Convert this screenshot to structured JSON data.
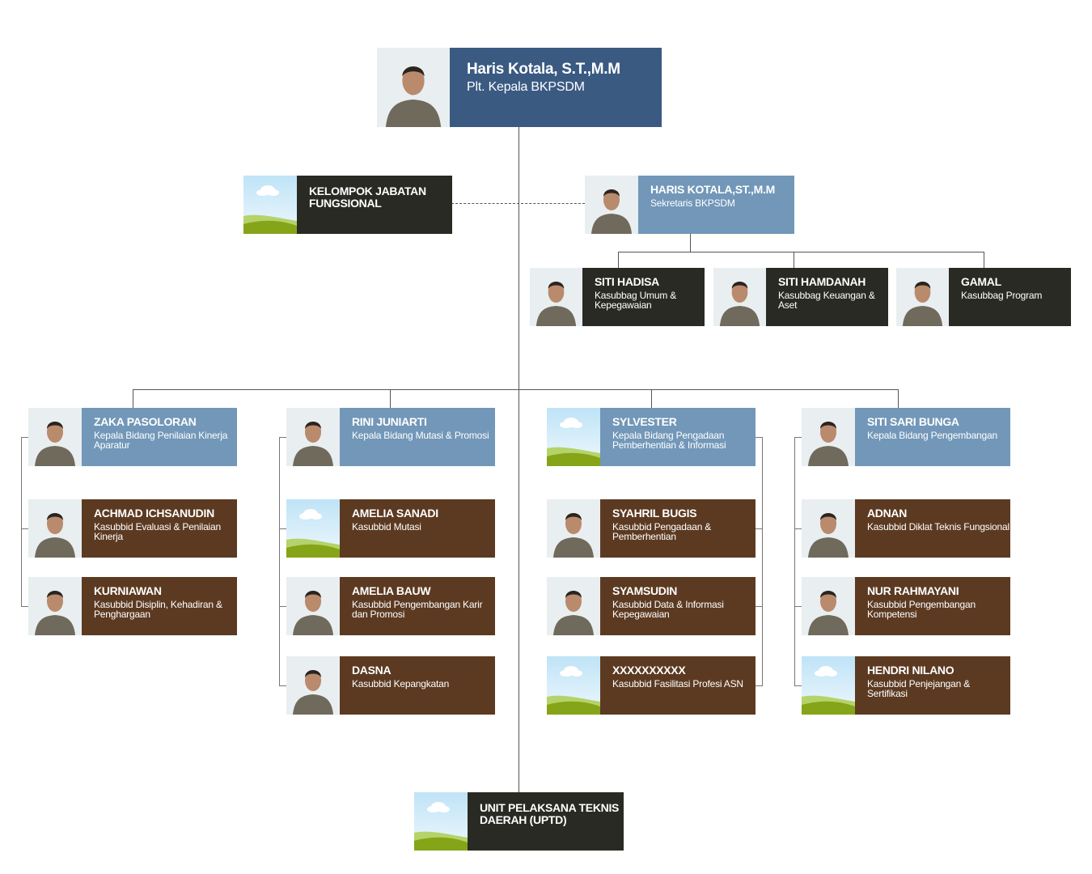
{
  "colors": {
    "head": "#3a5a82",
    "light": "#7297b8",
    "dark": "#2a2a24",
    "brown": "#5c3a21"
  },
  "head": {
    "name": "Haris Kotala, S.T.,M.M",
    "role": "Plt. Kepala BKPSDM",
    "photo": "person"
  },
  "fungsional": {
    "name": "KELOMPOK JABATAN FUNGSIONAL",
    "role": "",
    "photo": "placeholder"
  },
  "sekretaris": {
    "name": "HARIS KOTALA,ST.,M.M",
    "role": "Sekretaris BKPSDM",
    "photo": "person"
  },
  "kasubbag": [
    {
      "name": "SITI HADISA",
      "role": "Kasubbag Umum & Kepegawaian",
      "photo": "person"
    },
    {
      "name": "SITI HAMDANAH",
      "role": "Kasubbag Keuangan & Aset",
      "photo": "person"
    },
    {
      "name": "GAMAL",
      "role": "Kasubbag Program",
      "photo": "person"
    }
  ],
  "bidang": [
    {
      "head": {
        "name": "ZAKA PASOLORAN",
        "role": "Kepala Bidang Penilaian Kinerja Aparatur",
        "photo": "person"
      },
      "subs": [
        {
          "name": "ACHMAD ICHSANUDIN",
          "role": "Kasubbid Evaluasi & Penilaian Kinerja",
          "photo": "person"
        },
        {
          "name": "KURNIAWAN",
          "role": "Kasubbid Disiplin, Kehadiran & Penghargaan",
          "photo": "person"
        }
      ]
    },
    {
      "head": {
        "name": "RINI JUNIARTI",
        "role": "Kepala Bidang Mutasi & Promosi",
        "photo": "person"
      },
      "subs": [
        {
          "name": "AMELIA SANADI",
          "role": "Kasubbid Mutasi",
          "photo": "placeholder"
        },
        {
          "name": "AMELIA BAUW",
          "role": "Kasubbid Pengembangan Karir dan Promosi",
          "photo": "person"
        },
        {
          "name": "DASNA",
          "role": "Kasubbid Kepangkatan",
          "photo": "person"
        }
      ]
    },
    {
      "head": {
        "name": "SYLVESTER",
        "role": "Kepala Bidang Pengadaan Pemberhentian & Informasi",
        "photo": "placeholder"
      },
      "subs": [
        {
          "name": "SYAHRIL BUGIS",
          "role": "Kasubbid Pengadaan & Pemberhentian",
          "photo": "person"
        },
        {
          "name": "SYAMSUDIN",
          "role": "Kasubbid Data & Informasi Kepegawaian",
          "photo": "person"
        },
        {
          "name": "XXXXXXXXXX",
          "role": "Kasubbid Fasilitasi Profesi ASN",
          "photo": "placeholder"
        }
      ]
    },
    {
      "head": {
        "name": "SITI SARI BUNGA",
        "role": "Kepala Bidang Pengembangan",
        "photo": "person"
      },
      "subs": [
        {
          "name": "ADNAN",
          "role": "Kasubbid Diklat Teknis Fungsional",
          "photo": "person"
        },
        {
          "name": "NUR RAHMAYANI",
          "role": "Kasubbid Pengembangan Kompetensi",
          "photo": "person"
        },
        {
          "name": "HENDRI NILANO",
          "role": "Kasubbid Penjejangan & Sertifikasi",
          "photo": "placeholder"
        }
      ]
    }
  ],
  "uptd": {
    "name": "UNIT PELAKSANA TEKNIS DAERAH (UPTD)",
    "role": "",
    "photo": "placeholder"
  }
}
